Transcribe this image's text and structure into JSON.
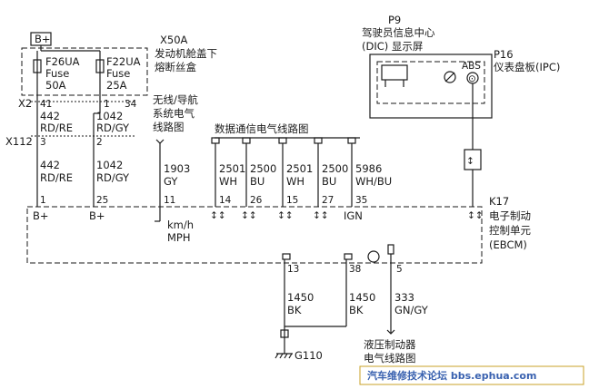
{
  "battery": {
    "label": "B+"
  },
  "fuse_block": {
    "id": "X50A",
    "name_line1": "发动机舱盖下",
    "name_line2": "熔断丝盒",
    "fuse1": {
      "id": "F26UA",
      "type": "Fuse",
      "rating": "50A"
    },
    "fuse2": {
      "id": "F22UA",
      "type": "Fuse",
      "rating": "25A"
    },
    "pins": {
      "p41": "41",
      "p1": "1",
      "p34": "34",
      "p3": "3",
      "p2": "2"
    }
  },
  "connectors": {
    "x2": "X2",
    "x112": "X112"
  },
  "wires": {
    "w442_top": {
      "num": "442",
      "color": "RD/RE"
    },
    "w1042_top": {
      "num": "1042",
      "color": "RD/GY"
    },
    "w442_bot": {
      "num": "442",
      "color": "RD/RE"
    },
    "w1042_bot": {
      "num": "1042",
      "color": "RD/GY"
    },
    "w1903": {
      "num": "1903",
      "color": "GY"
    },
    "w2501a": {
      "num": "2501",
      "color": "WH"
    },
    "w2500a": {
      "num": "2500",
      "color": "BU"
    },
    "w2501b": {
      "num": "2501",
      "color": "WH"
    },
    "w2500b": {
      "num": "2500",
      "color": "BU"
    },
    "w5986": {
      "num": "5986",
      "color": "WH/BU"
    },
    "w1450a": {
      "num": "1450",
      "color": "BK"
    },
    "w1450b": {
      "num": "1450",
      "color": "BK"
    },
    "w333": {
      "num": "333",
      "color": "GN/GY"
    }
  },
  "nav_ref": {
    "line1": "无线/导航",
    "line2": "系统电气",
    "line3": "线路图"
  },
  "data_comm_ref": "数据通信电气线路图",
  "ebcm": {
    "id": "K17",
    "line1": "电子制动",
    "line2": "控制单元",
    "line3": "(EBCM)",
    "pins": {
      "p1": "1",
      "p25": "25",
      "p11": "11",
      "p14": "14",
      "p26": "26",
      "p15": "15",
      "p27": "27",
      "p35": "35",
      "p13": "13",
      "p38": "38",
      "p5": "5"
    },
    "bplus1": "B+",
    "bplus2": "B+",
    "ign": "IGN",
    "speed_unit1": "km/h",
    "speed_unit2": "MPH"
  },
  "dic": {
    "id": "P9",
    "line1": "驾驶员信息中心",
    "line2": "(DIC) 显示屏"
  },
  "ipc": {
    "id": "P16",
    "name": "仪表盘板(IPC)",
    "abs": "ABS"
  },
  "ground": {
    "id": "G110"
  },
  "hydraulic_ref": {
    "line1": "液压制动器",
    "line2": "电气线路图"
  },
  "watermark": {
    "text": "汽车维修技术论坛 bbs.ephua.com"
  },
  "colors": {
    "line": "#1a1a1a",
    "watermark_text": "#3a62b0",
    "watermark_border": "#c9a227"
  }
}
